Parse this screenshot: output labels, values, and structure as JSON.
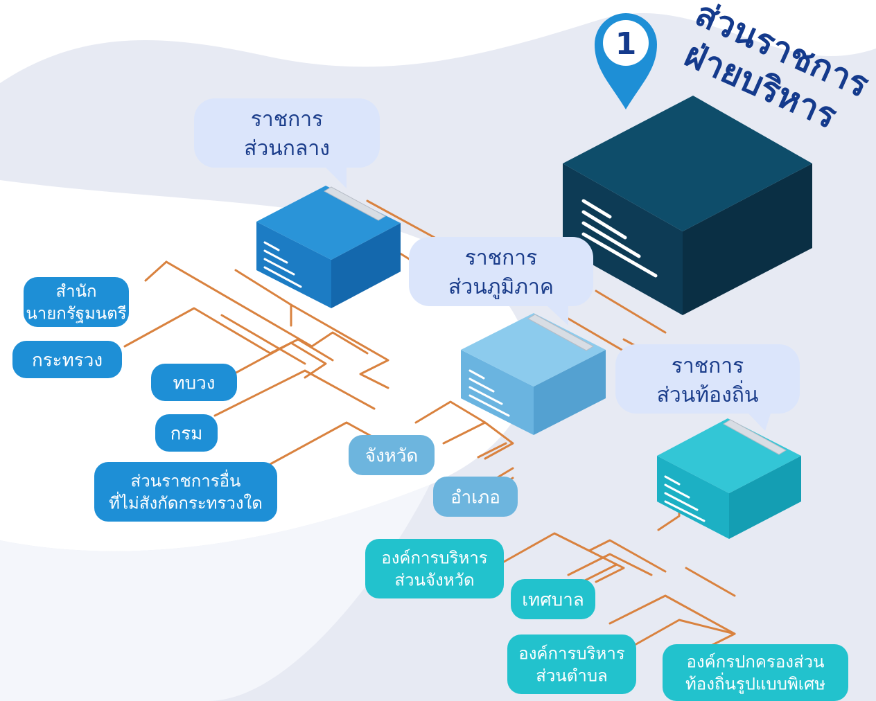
{
  "main_title": {
    "number": "1",
    "line1": "ส่วนราชการ",
    "line2": "ฝ่ายบริหาร"
  },
  "colors": {
    "background": "#ffffff",
    "swoosh": "#e7eaf3",
    "connector": "#d9823f",
    "pin": "#1e8fd6",
    "title_text": "#143a8c",
    "main_box_top": "#0e4d6a",
    "main_box_front": "#0d3b55",
    "main_box_side": "#0a2f44",
    "central_box_top": "#2a94d8",
    "central_box_front": "#1c7cc4",
    "central_box_side": "#1468ad",
    "regional_box_top": "#8ccbed",
    "regional_box_front": "#6ab4e0",
    "regional_box_side": "#54a1d1",
    "local_box_top": "#33c6d6",
    "local_box_front": "#1cb0c4",
    "local_box_side": "#149eb3",
    "bubble": "#dbe5fb",
    "bubble_text": "#1a3c8a",
    "label_central": "#1e8fd6",
    "label_regional": "#6db5de",
    "label_local": "#22c2cd"
  },
  "branches": [
    {
      "id": "central",
      "bubble_line1": "ราชการ",
      "bubble_line2": "ส่วนกลาง"
    },
    {
      "id": "regional",
      "bubble_line1": "ราชการ",
      "bubble_line2": "ส่วนภูมิภาค"
    },
    {
      "id": "local",
      "bubble_line1": "ราชการ",
      "bubble_line2": "ส่วนท้องถิ่น"
    }
  ],
  "labels": {
    "central": [
      {
        "lines": [
          "สำนัก",
          "นายกรัฐมนตรี"
        ]
      },
      {
        "lines": [
          "กระทรวง"
        ]
      },
      {
        "lines": [
          "ทบวง"
        ]
      },
      {
        "lines": [
          "กรม"
        ]
      },
      {
        "lines": [
          "ส่วนราชการอื่น",
          "ที่ไม่สังกัดกระทรวงใด"
        ]
      }
    ],
    "regional": [
      {
        "lines": [
          "จังหวัด"
        ]
      },
      {
        "lines": [
          "อำเภอ"
        ]
      }
    ],
    "local": [
      {
        "lines": [
          "องค์การบริหาร",
          "ส่วนจังหวัด"
        ]
      },
      {
        "lines": [
          "เทศบาล"
        ]
      },
      {
        "lines": [
          "องค์การบริหาร",
          "ส่วนตำบล"
        ]
      },
      {
        "lines": [
          "องค์กรปกครองส่วน",
          "ท้องถิ่นรูปแบบพิเศษ"
        ]
      }
    ]
  }
}
